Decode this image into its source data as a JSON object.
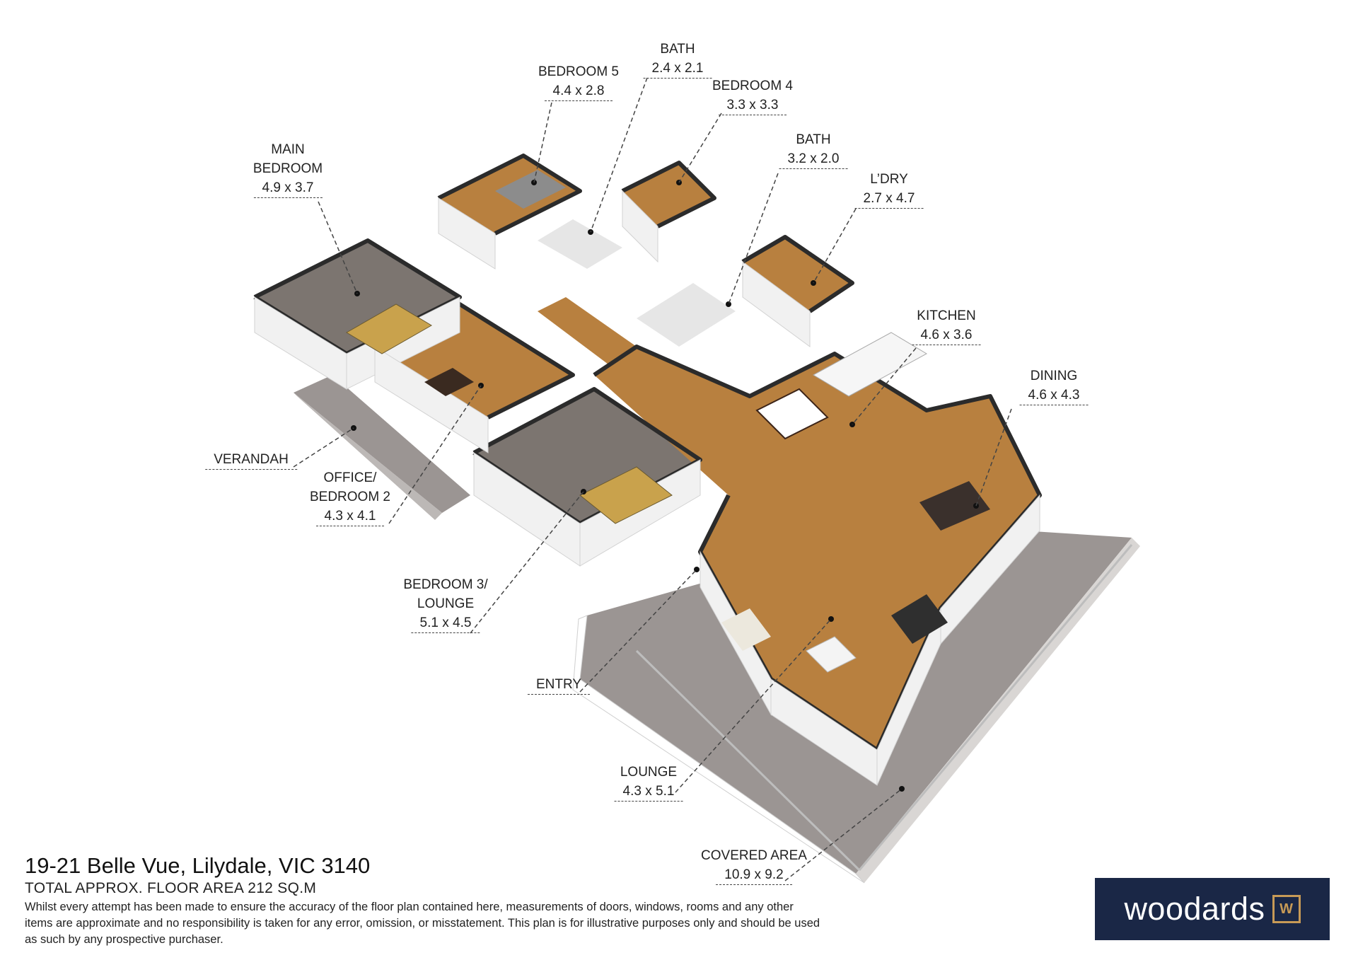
{
  "rooms": [
    {
      "id": "bath-1",
      "name": "BATH",
      "dims": "2.4 x 2.1"
    },
    {
      "id": "bedroom-5",
      "name": "BEDROOM 5",
      "dims": "4.4 x 2.8"
    },
    {
      "id": "bedroom-4",
      "name": "BEDROOM 4",
      "dims": "3.3 x 3.3"
    },
    {
      "id": "main-bedroom",
      "name": "MAIN\nBEDROOM",
      "dims": "4.9 x 3.7"
    },
    {
      "id": "bath-2",
      "name": "BATH",
      "dims": "3.2 x 2.0"
    },
    {
      "id": "laundry",
      "name": "L’DRY",
      "dims": "2.7 x 4.7"
    },
    {
      "id": "kitchen",
      "name": "KITCHEN",
      "dims": "4.6 x 3.6"
    },
    {
      "id": "dining",
      "name": "DINING",
      "dims": "4.6 x 4.3"
    },
    {
      "id": "verandah",
      "name": "",
      "dims": "VERANDAH"
    },
    {
      "id": "office",
      "name": "OFFICE/\nBEDROOM 2",
      "dims": "4.3 x 4.1"
    },
    {
      "id": "bedroom-3",
      "name": "BEDROOM 3/\nLOUNGE",
      "dims": "5.1 x 4.5"
    },
    {
      "id": "entry",
      "name": "",
      "dims": "ENTRY"
    },
    {
      "id": "lounge",
      "name": "LOUNGE",
      "dims": "4.3 x 5.1"
    },
    {
      "id": "covered-area",
      "name": "COVERED AREA",
      "dims": "10.9 x 9.2"
    }
  ],
  "footer": {
    "address": "19-21 Belle Vue, Lilydale, VIC 3140",
    "area": "TOTAL APPROX. FLOOR AREA 212 SQ.M",
    "disclaimer": "Whilst every attempt has been made to ensure the accuracy of the floor plan contained here, measurements of doors, windows, rooms and any other items are approximate and no responsibility is taken for any error, omission, or misstatement. This plan is for illustrative purposes only and should be used as such by any prospective purchaser."
  },
  "logo": {
    "word": "woodards",
    "mark": "W"
  },
  "colors": {
    "wood": "#b8803f",
    "carpet": "#7c7570",
    "deck": "#9b9593",
    "wall": "#f1f1f1",
    "wallTop": "#2b2b2b",
    "logoBg": "#1a2746",
    "logoAccent": "#c79a56"
  }
}
